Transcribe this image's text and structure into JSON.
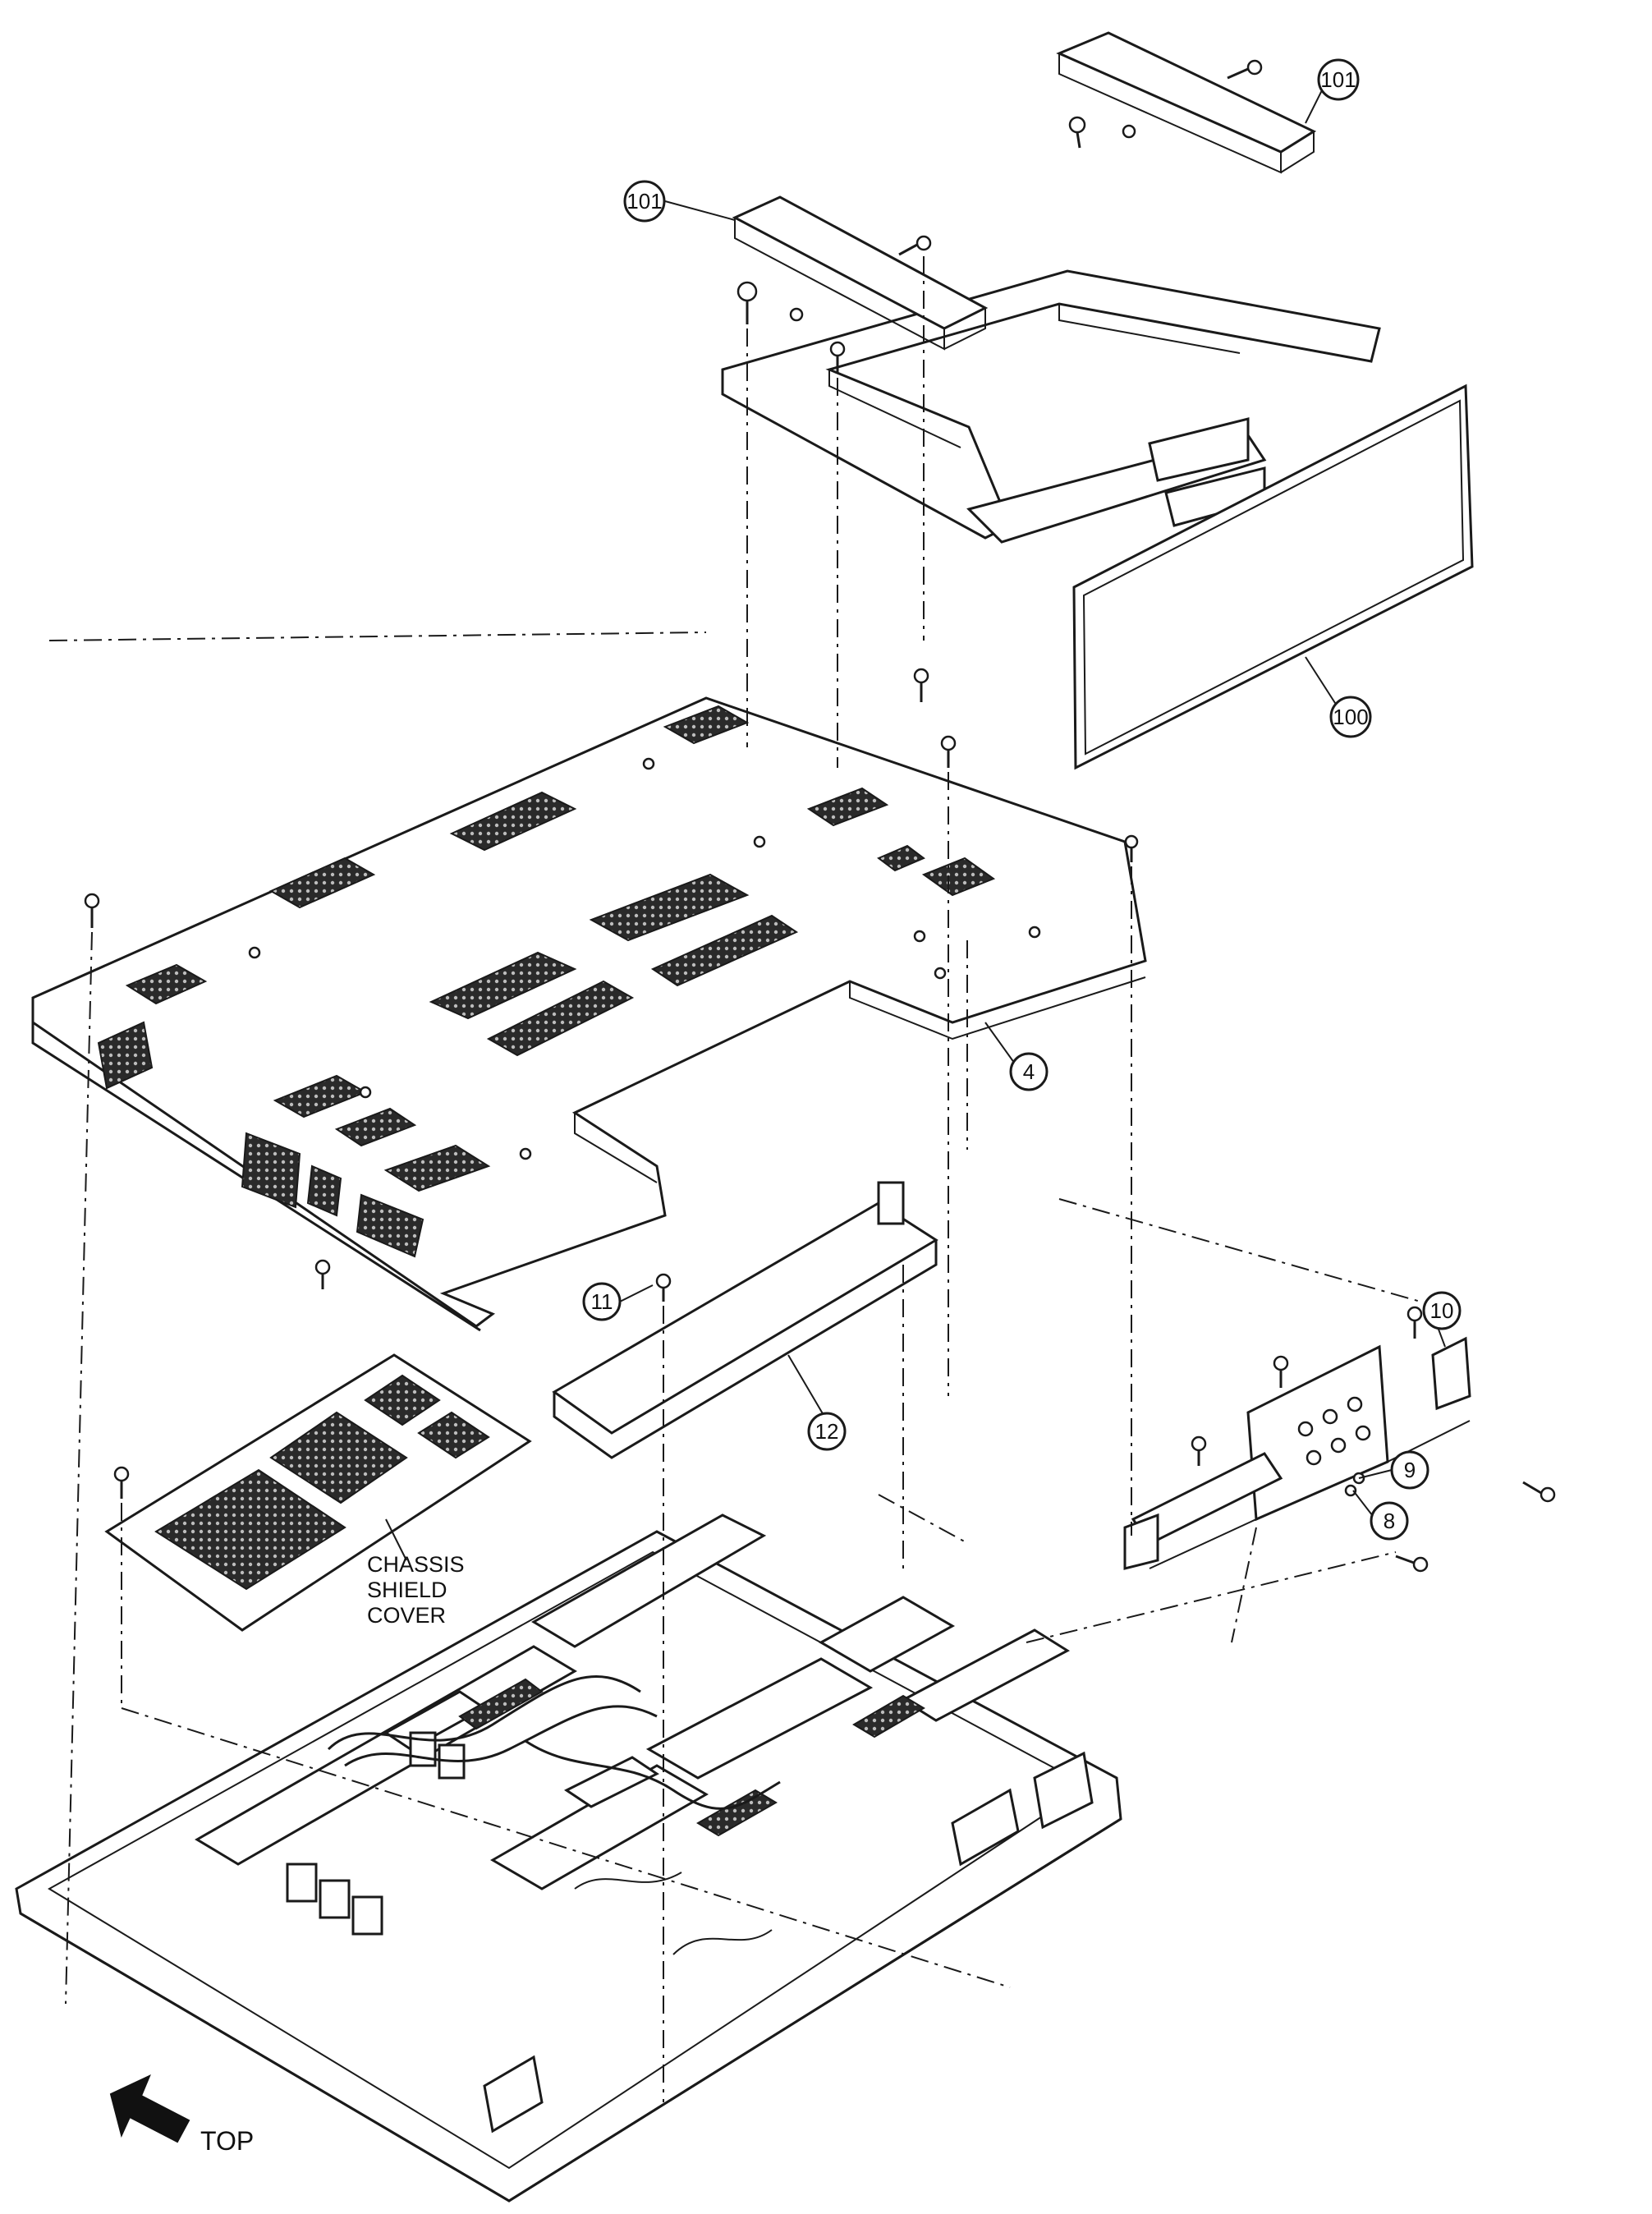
{
  "callouts": {
    "c101a": "101",
    "c101b": "101",
    "c100": "100",
    "c4": "4",
    "c10": "10",
    "c11": "11",
    "c12": "12",
    "c9": "9",
    "c8": "8"
  },
  "labels": {
    "chassis_line1": "CHASSIS",
    "chassis_line2": "SHIELD",
    "chassis_line3": "COVER",
    "top": "TOP"
  },
  "icons": {
    "direction_arrow": "arrow-upper-left-icon"
  }
}
